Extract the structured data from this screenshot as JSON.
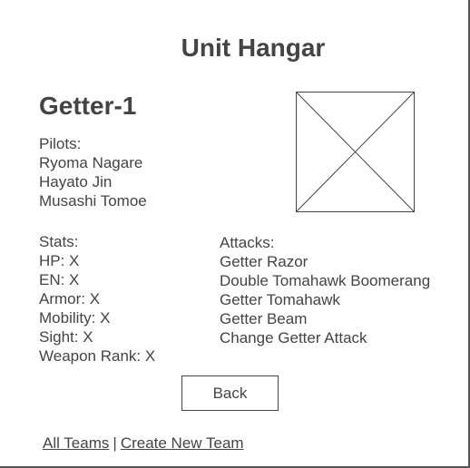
{
  "page": {
    "title": "Unit Hangar"
  },
  "unit": {
    "name": "Getter-1",
    "image_placeholder": "image-placeholder-icon"
  },
  "pilots": {
    "label": "Pilots:",
    "items": [
      "Ryoma Nagare",
      "Hayato Jin",
      "Musashi Tomoe"
    ]
  },
  "stats": {
    "label": "Stats:",
    "items": [
      "HP: X",
      "EN: X",
      "Armor: X",
      "Mobility: X",
      "Sight: X",
      "Weapon Rank: X"
    ]
  },
  "attacks": {
    "label": "Attacks:",
    "items": [
      "Getter Razor",
      "Double Tomahawk Boomerang",
      "Getter Tomahawk",
      "Getter Beam",
      "Change Getter Attack"
    ]
  },
  "actions": {
    "back_label": "Back"
  },
  "footer": {
    "all_teams_label": "All Teams",
    "separator": "|",
    "create_team_label": "Create New Team"
  },
  "colors": {
    "text": "#444444",
    "border": "#555555",
    "background": "#ffffff"
  }
}
